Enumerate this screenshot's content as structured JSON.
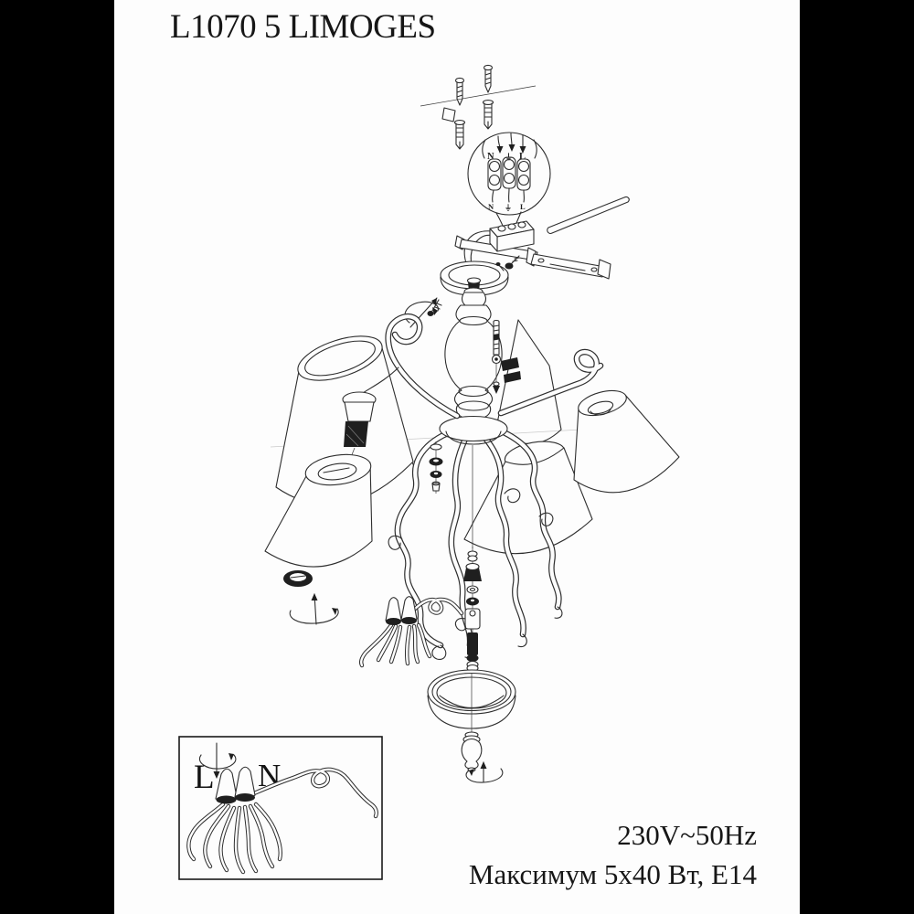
{
  "page": {
    "title": "L1070 5 LIMOGES",
    "specs": {
      "voltage": "230V~50Hz",
      "max_power": "Максимум 5x40 Вт, E14"
    }
  },
  "wiring_balloon": {
    "top": {
      "n": "N",
      "ground": "⏚",
      "l": "L"
    },
    "bottom": {
      "n": "N",
      "ground": "⏚",
      "l": "L"
    }
  },
  "inset_box": {
    "label_l": "L",
    "label_n": "N"
  },
  "icons": {
    "rotation_arrow": "circular screwing-direction arrow",
    "down_arrow": "insert-direction arrow",
    "up_arrow": "tighten-direction arrow"
  },
  "colors": {
    "ink": "#2e2e2e",
    "paper": "#fdfdfd",
    "side_bars": "#000000"
  }
}
